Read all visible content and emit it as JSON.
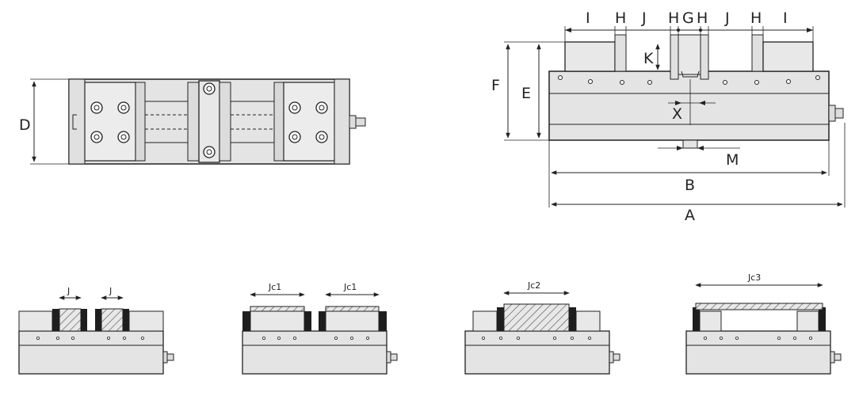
{
  "top_view": {
    "labels": {
      "d": "D"
    }
  },
  "front_view": {
    "labels": {
      "i_left": "I",
      "h1": "H",
      "j1": "J",
      "h2": "H",
      "g": "G",
      "h3": "H",
      "j2": "J",
      "h4": "H",
      "i_right": "I",
      "f": "F",
      "e": "E",
      "k": "K",
      "x": "X",
      "m": "M",
      "b": "B",
      "a": "A"
    }
  },
  "configurations": [
    {
      "label_left": "J",
      "label_right": "J"
    },
    {
      "label_left": "Jc1",
      "label_right": "Jc1"
    },
    {
      "label": "Jc2"
    },
    {
      "label": "Jc3"
    }
  ],
  "colors": {
    "body": "#e4e4e4",
    "line": "#222222",
    "jaw": "#1e1e1e",
    "hatch": "#555555"
  }
}
